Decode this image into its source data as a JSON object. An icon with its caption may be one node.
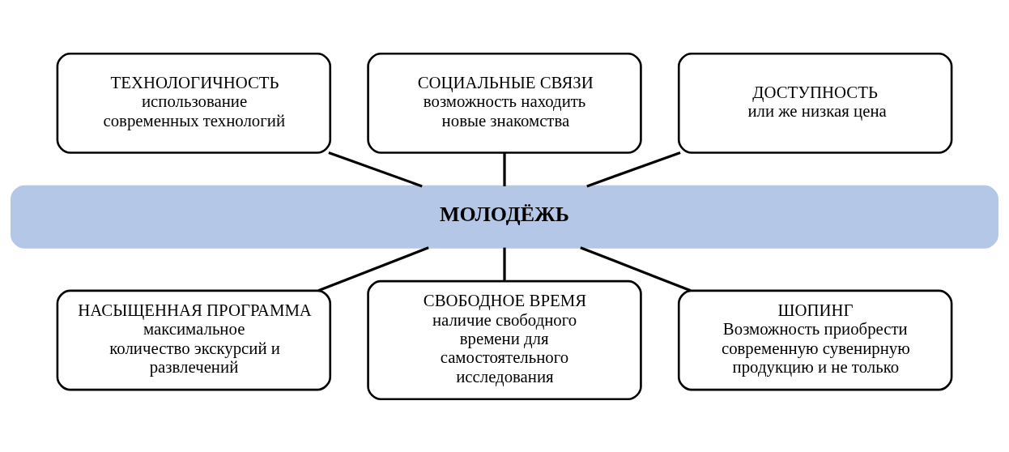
{
  "diagram": {
    "nodes": [
      {
        "text": [
          "ТЕХНОЛОГИЧНОСТЬ",
          "использование современных технологий"
        ]
      },
      {
        "text": [
          "СОЦИАЛЬНЫЕ СВЯЗИ",
          "возможность находить новые знакомства"
        ]
      },
      {
        "text": [
          "ДОСТУПНОСТЬ",
          "или же низкая цена"
        ]
      },
      {
        "text": [
          "МОЛОДЁЖЬ"
        ]
      },
      {
        "text": [
          "НАСЫЩЕННАЯ ПРОГРАММА",
          "максимальное количество экскурсий и развлечений"
        ]
      },
      {
        "text": [
          "СВОБОДНОЕ ВРЕМЯ",
          "наличие свободного времени для самостоятельного исследования"
        ]
      },
      {
        "text": [
          "ШОПИНГ",
          "Возможность приобрести современную сувенирную продукцию и не только"
        ]
      }
    ],
    "edges": [
      {
        "from": 0,
        "to": 3,
        "arrow": "none"
      },
      {
        "from": 1,
        "to": 3,
        "arrow": "none"
      },
      {
        "from": 2,
        "to": 3,
        "arrow": "none"
      },
      {
        "from": 3,
        "to": 4,
        "arrow": "none"
      },
      {
        "from": 3,
        "to": 5,
        "arrow": "none"
      },
      {
        "from": 3,
        "to": 6,
        "arrow": "none"
      }
    ]
  }
}
